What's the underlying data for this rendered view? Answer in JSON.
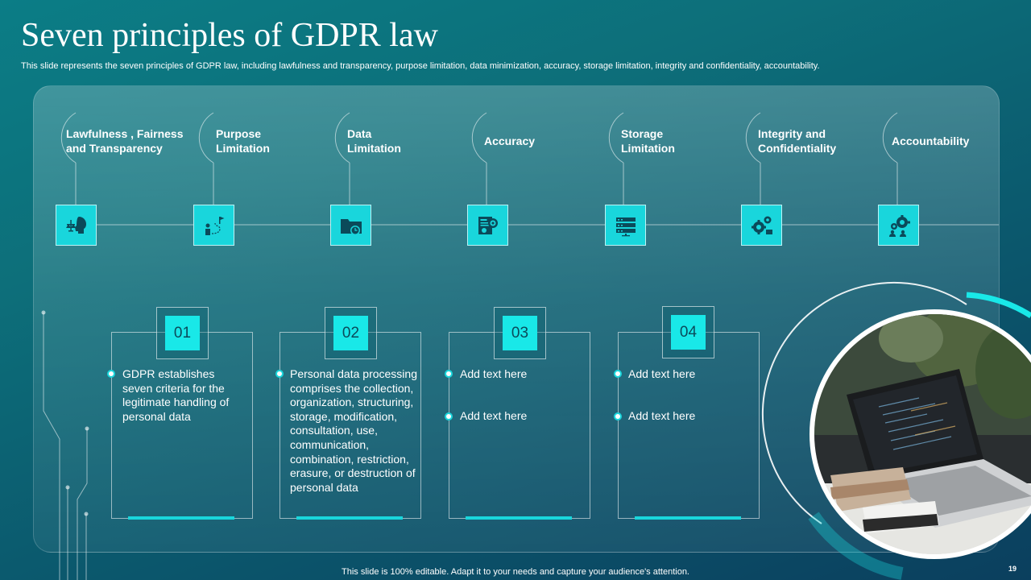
{
  "title": "Seven principles of GDPR law",
  "subtitle": "This slide represents the seven principles of GDPR law, including lawfulness and transparency, purpose limitation, data minimization, accuracy, storage limitation, integrity and confidentiality, accountability.",
  "principles": [
    {
      "label": "Lawfulness , Fairness and Transparency",
      "icon": "justice-head-icon"
    },
    {
      "label": "Purpose Limitation",
      "icon": "person-target-path-icon"
    },
    {
      "label": "Data Limitation",
      "icon": "folder-clock-icon"
    },
    {
      "label": "Accuracy",
      "icon": "report-target-icon"
    },
    {
      "label": "Storage Limitation",
      "icon": "server-rack-icon"
    },
    {
      "label": "Integrity and Confidentiality",
      "icon": "gear-network-icon"
    },
    {
      "label": "Accountability",
      "icon": "team-gears-icon"
    }
  ],
  "cards": [
    {
      "number": "01",
      "bullets": [
        "GDPR establishes seven criteria for the legitimate handling of personal data"
      ]
    },
    {
      "number": "02",
      "bullets": [
        "Personal data processing comprises the collection, organization, structuring, storage, modification, consultation, use, communication, combination, restriction, erasure, or destruction of personal data"
      ]
    },
    {
      "number": "03",
      "bullets": [
        "Add text here",
        "Add text here"
      ]
    },
    {
      "number": "04",
      "bullets": [
        "Add text here",
        "Add text here"
      ]
    }
  ],
  "footer": "This slide is 100% editable. Adapt it to your needs and capture your audience's attention.",
  "page_number": "19",
  "colors": {
    "accent": "#19d6dc",
    "accent_bright": "#19e8e8",
    "background_top": "#0b7d86",
    "background_bottom": "#0b3f5e"
  }
}
